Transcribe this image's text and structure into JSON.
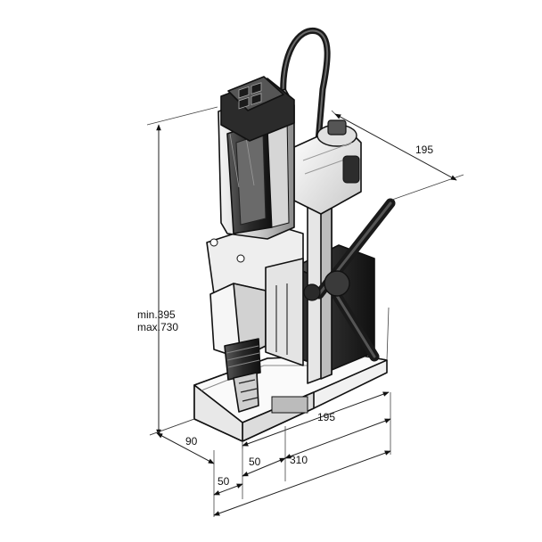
{
  "dimensions": {
    "height_min": "min.395",
    "height_max": "max.730",
    "depth_top": "195",
    "base_length": "195",
    "base_width": "90",
    "offset_a": "50",
    "offset_b": "50",
    "overall_length": "310"
  },
  "colors": {
    "outline": "#111111",
    "body_light": "#ececec",
    "body_mid": "#bdbdbd",
    "body_dark": "#3a3a3a",
    "rubber": "#1f1f1f"
  }
}
